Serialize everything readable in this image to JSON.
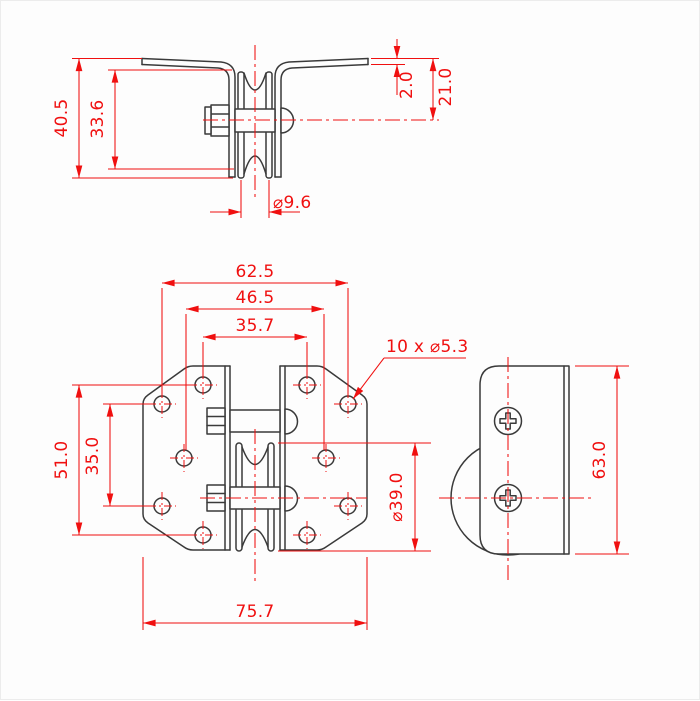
{
  "drawing_title": "Pulley bracket dimensioned drawing",
  "colors": {
    "dimension": "#f01010",
    "outline": "#3a3a3a",
    "background": "#ffffff"
  },
  "views": {
    "front": {
      "dims": {
        "overall_height": "40.5",
        "pulley_height": "33.6",
        "flange_thickness": "2.0",
        "wing_to_axle": "21.0",
        "groove_diameter": "⌀9.6"
      }
    },
    "plan": {
      "dims": {
        "hole_span_outer": "62.5",
        "hole_span_middle": "46.5",
        "hole_span_inner": "35.7",
        "hole_pitch_tall": "51.0",
        "hole_pitch_short": "35.0",
        "overall_width": "75.7",
        "pulley_diameter": "⌀39.0",
        "holes_callout": "10 x ⌀5.3"
      }
    },
    "side": {
      "dims": {
        "overall_height": "63.0"
      }
    }
  }
}
